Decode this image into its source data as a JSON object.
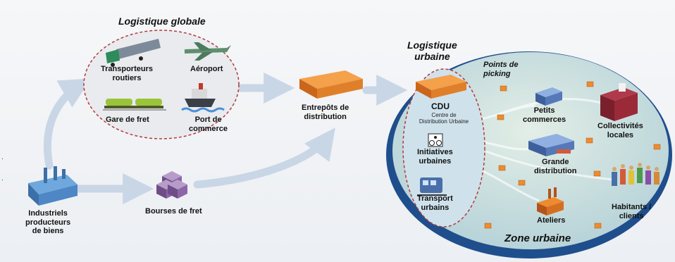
{
  "colors": {
    "arrow": "#c9d6e6",
    "ellipse_dash": "#b23a3a",
    "urban_fill": "#c4dde2",
    "urban_edge": "#1f4e8c",
    "building": "#f08a2c"
  },
  "global_logistics": {
    "title": "Logistique globale",
    "items": [
      {
        "label_line1": "Transporteurs",
        "label_line2": "routiers",
        "icon": "truck-icon"
      },
      {
        "label_line1": "Aéroport",
        "label_line2": "",
        "icon": "airplane-icon"
      },
      {
        "label_line1": "Gare de fret",
        "label_line2": "",
        "icon": "freight-train-icon"
      },
      {
        "label_line1": "Port de",
        "label_line2": "commerce",
        "icon": "ship-icon"
      }
    ]
  },
  "industry": {
    "line1": "Industriels",
    "line2": "producteurs",
    "line3": "de biens",
    "icon": "factory-icon"
  },
  "freight_exchange": {
    "label": "Bourses de fret",
    "icon": "cube-cluster-icon"
  },
  "warehouses": {
    "line1": "Entrepôts de",
    "line2": "distribution",
    "icon": "warehouse-icon"
  },
  "urban_logistics": {
    "title_line1": "Logistique",
    "title_line2": "urbaine",
    "cdu": {
      "label": "CDU",
      "sub_line1": "Centre de",
      "sub_line2": "Distribution Urbaine",
      "icon": "warehouse-icon"
    },
    "initiatives": {
      "line1": "Initiatives",
      "line2": "urbaines",
      "icon": "bicycle-icon"
    },
    "transport": {
      "line1": "Transport",
      "line2": "urbains",
      "icon": "tram-icon"
    }
  },
  "urban_zone": {
    "title": "Zone urbaine",
    "picking_line1": "Points de",
    "picking_line2": "picking",
    "nodes": [
      {
        "line1": "Petits",
        "line2": "commerces",
        "icon": "shop-icon"
      },
      {
        "line1": "Collectivités",
        "line2": "locales",
        "icon": "city-building-icon"
      },
      {
        "line1": "Grande",
        "line2": "distribution",
        "icon": "supermarket-icon"
      },
      {
        "line1": "Ateliers",
        "line2": "",
        "icon": "workshop-icon"
      },
      {
        "line1": "Habitants /",
        "line2": "clients",
        "icon": "people-icon"
      }
    ]
  }
}
